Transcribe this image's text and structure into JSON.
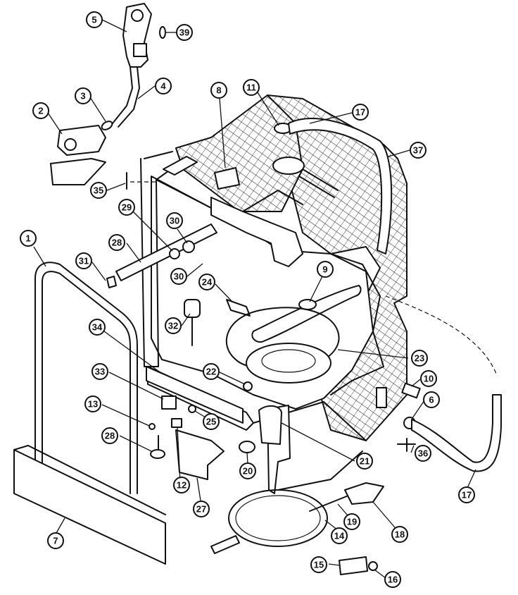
{
  "callouts": [
    {
      "id": "c5",
      "label": "5"
    },
    {
      "id": "c39",
      "label": "39"
    },
    {
      "id": "c4",
      "label": "4"
    },
    {
      "id": "c3",
      "label": "3"
    },
    {
      "id": "c2",
      "label": "2"
    },
    {
      "id": "c8a",
      "label": "8"
    },
    {
      "id": "c11",
      "label": "11"
    },
    {
      "id": "c17a",
      "label": "17"
    },
    {
      "id": "c37",
      "label": "37"
    },
    {
      "id": "c35",
      "label": "35"
    },
    {
      "id": "c29",
      "label": "29"
    },
    {
      "id": "c30a",
      "label": "30"
    },
    {
      "id": "c28a",
      "label": "28"
    },
    {
      "id": "c1",
      "label": "1"
    },
    {
      "id": "c31",
      "label": "31"
    },
    {
      "id": "c30b",
      "label": "30"
    },
    {
      "id": "c9",
      "label": "9"
    },
    {
      "id": "c24",
      "label": "24"
    },
    {
      "id": "c32",
      "label": "32"
    },
    {
      "id": "c34",
      "label": "34"
    },
    {
      "id": "c23",
      "label": "23"
    },
    {
      "id": "c33",
      "label": "33"
    },
    {
      "id": "c22",
      "label": "22"
    },
    {
      "id": "c10",
      "label": "10"
    },
    {
      "id": "c6",
      "label": "6"
    },
    {
      "id": "c13",
      "label": "13"
    },
    {
      "id": "c25",
      "label": "25"
    },
    {
      "id": "c28b",
      "label": "28"
    },
    {
      "id": "c36",
      "label": "36"
    },
    {
      "id": "c21",
      "label": "21"
    },
    {
      "id": "c20",
      "label": "20"
    },
    {
      "id": "c12",
      "label": "12"
    },
    {
      "id": "c17b",
      "label": "17"
    },
    {
      "id": "c27",
      "label": "27"
    },
    {
      "id": "c7",
      "label": "7"
    },
    {
      "id": "c19",
      "label": "19"
    },
    {
      "id": "c18",
      "label": "18"
    },
    {
      "id": "c14",
      "label": "14"
    },
    {
      "id": "c15",
      "label": "15"
    },
    {
      "id": "c16",
      "label": "16"
    }
  ]
}
